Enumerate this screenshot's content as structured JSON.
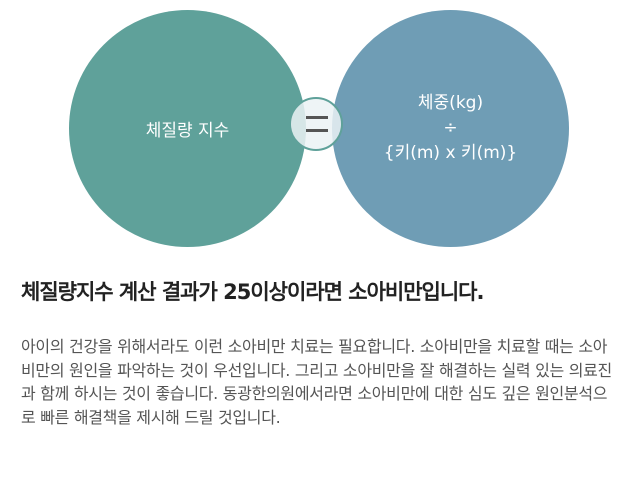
{
  "colors": {
    "left_circle": "#5fa19a",
    "right_circle": "#6f9db5"
  },
  "diagram": {
    "left_label": "체질량 지수",
    "equals_icon": "equals-icon",
    "formula": {
      "numerator": "체중(kg)",
      "operator": "÷",
      "denominator": "{키(m) x 키(m)}"
    }
  },
  "headline": "체질량지수 계산 결과가 25이상이라면 소아비만입니다.",
  "body": "아이의 건강을 위해서라도 이런 소아비만 치료는 필요합니다. 소아비만을 치료할 때는 소아비만의 원인을 파악하는 것이 우선입니다. 그리고 소아비만을 잘 해결하는 실력 있는 의료진과 함께 하시는 것이 좋습니다. 동광한의원에서라면 소아비만에 대한 심도 깊은 원인분석으로 빠른 해결책을 제시해 드릴 것입니다."
}
